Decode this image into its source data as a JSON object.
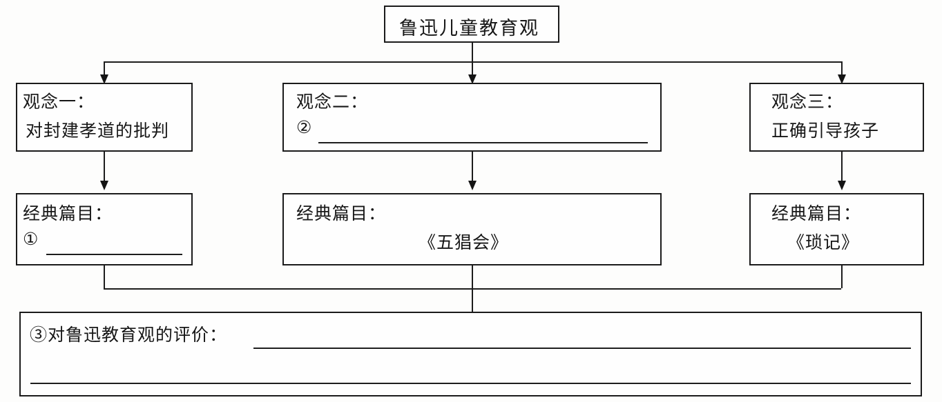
{
  "diagram": {
    "title_box": {
      "label": "鲁迅儿童教育观"
    },
    "concepts": [
      {
        "heading": "观念一：",
        "content": "对封建孝道的批判",
        "blank_marker": "",
        "has_blank": false
      },
      {
        "heading": "观念二：",
        "content": "",
        "blank_marker": "②",
        "has_blank": true
      },
      {
        "heading": "观念三：",
        "content": "正确引导孩子",
        "blank_marker": "",
        "has_blank": false
      }
    ],
    "works": [
      {
        "heading": "经典篇目：",
        "content": "",
        "blank_marker": "①",
        "has_blank": true
      },
      {
        "heading": "经典篇目：",
        "content": "《五猖会》",
        "blank_marker": "",
        "has_blank": false
      },
      {
        "heading": "经典篇目：",
        "content": "《琐记》",
        "blank_marker": "",
        "has_blank": false
      }
    ],
    "evaluation": {
      "label": "③对鲁迅教育观的评价：",
      "blank_lines": 2
    },
    "colors": {
      "line": "#1c1c1c",
      "text": "#161616",
      "background": "#fdfdfc"
    }
  }
}
